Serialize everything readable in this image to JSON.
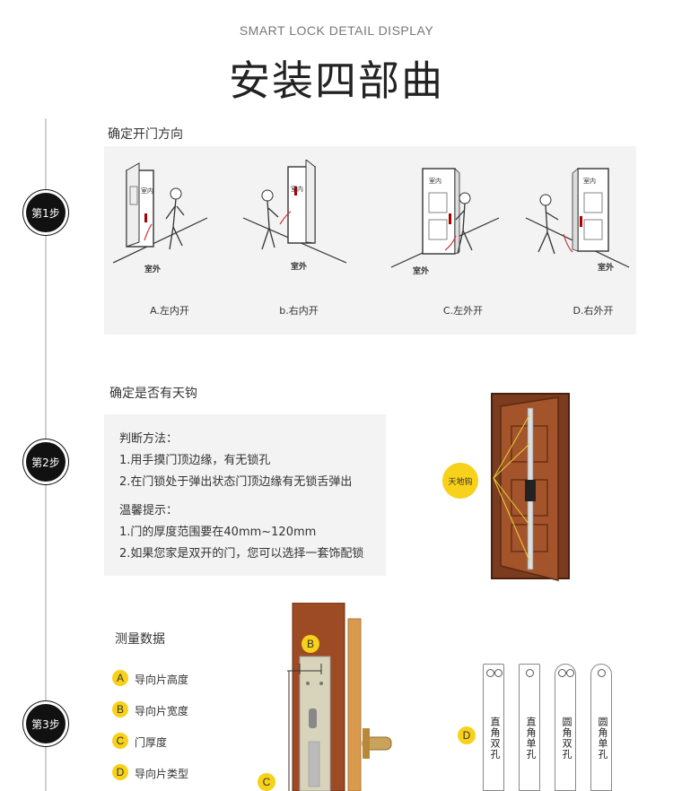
{
  "header": {
    "subtitle": "SMART LOCK DETAIL DISPLAY",
    "title": "安装四部曲"
  },
  "steps": [
    {
      "label": "第1步"
    },
    {
      "label": "第2步"
    },
    {
      "label": "第3步"
    }
  ],
  "section1": {
    "heading": "确定开门方向",
    "doors": [
      {
        "caption": "A.左内开",
        "inside": "室内",
        "outside": "室外"
      },
      {
        "caption": "b.右内开",
        "inside": "室内",
        "outside": "室外"
      },
      {
        "caption": "C.左外开",
        "inside": "室内",
        "outside": "室外"
      },
      {
        "caption": "D.右外开",
        "inside": "室内",
        "outside": "室外"
      }
    ]
  },
  "section2": {
    "heading": "确定是否有天钩",
    "method_title": "判断方法：",
    "method_lines": [
      "1.用手摸门顶边缘，有无锁孔",
      "2.在门锁处于弹出状态门顶边缘有无锁舌弹出"
    ],
    "tip_title": "温馨提示：",
    "tip_lines": [
      "1.门的厚度范围要在40mm~120mm",
      "2.如果您家是双开的门，您可以选择一套饰配锁"
    ],
    "callout": "天地钩"
  },
  "section3": {
    "heading": "测量数据",
    "items": [
      {
        "letter": "A",
        "text": "导向片高度"
      },
      {
        "letter": "B",
        "text": "导向片宽度"
      },
      {
        "letter": "C",
        "text": "门厚度"
      },
      {
        "letter": "D",
        "text": "导向片类型"
      }
    ],
    "diagram_b": "B",
    "diagram_c": "C",
    "diagram_d": "D",
    "plates": [
      "直角双孔",
      "直角单孔",
      "圆角双孔",
      "圆角单孔"
    ]
  }
}
